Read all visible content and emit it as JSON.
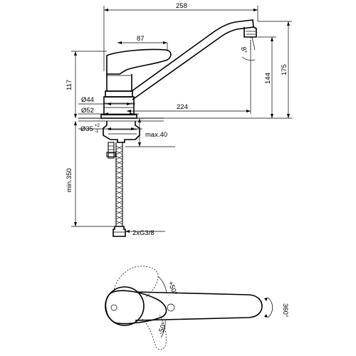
{
  "dimensions": {
    "total_width": "258",
    "lever_width": "87",
    "spout_reach": "224",
    "body_height": "117",
    "spout_height": "144",
    "total_height": "175",
    "dia_44": "Ø44",
    "dia_52": "Ø52",
    "hole_dia": "Ø35",
    "hole_tol_plus": "+2",
    "hole_tol_minus": "-1",
    "max_deck": "max.40",
    "hose_length": "min.350",
    "connection": "2xG3/8",
    "tilt_angle": "8°",
    "swivel_angle": "360°",
    "lever_plus": "+50°",
    "lever_minus": "-50°"
  }
}
